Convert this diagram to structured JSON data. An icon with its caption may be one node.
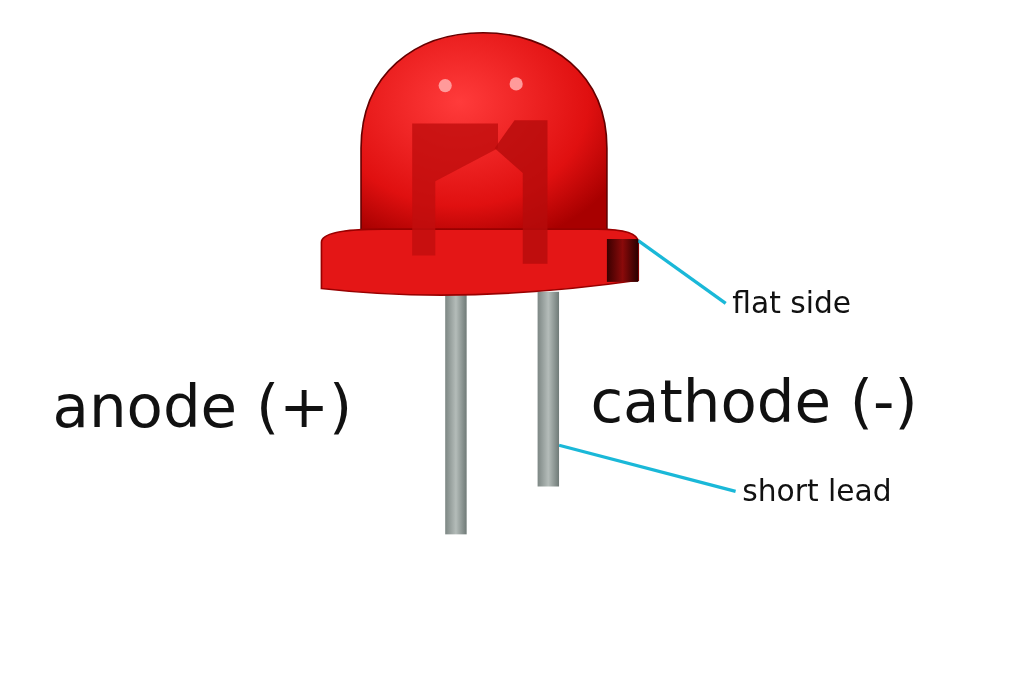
{
  "diagram": {
    "nodes": [
      {
        "text": [
          "flat side"
        ]
      },
      {
        "text": [],
        "shape": "box"
      },
      {
        "text": [
          "short lead"
        ]
      },
      {
        "text": [],
        "shape": "bar"
      }
    ],
    "edges": [
      {
        "from": 0,
        "to": 1,
        "arrow": "none"
      },
      {
        "from": 2,
        "to": 3,
        "arrow": "none"
      }
    ],
    "labels": [
      "anode (+)",
      "cathode (-)"
    ]
  }
}
